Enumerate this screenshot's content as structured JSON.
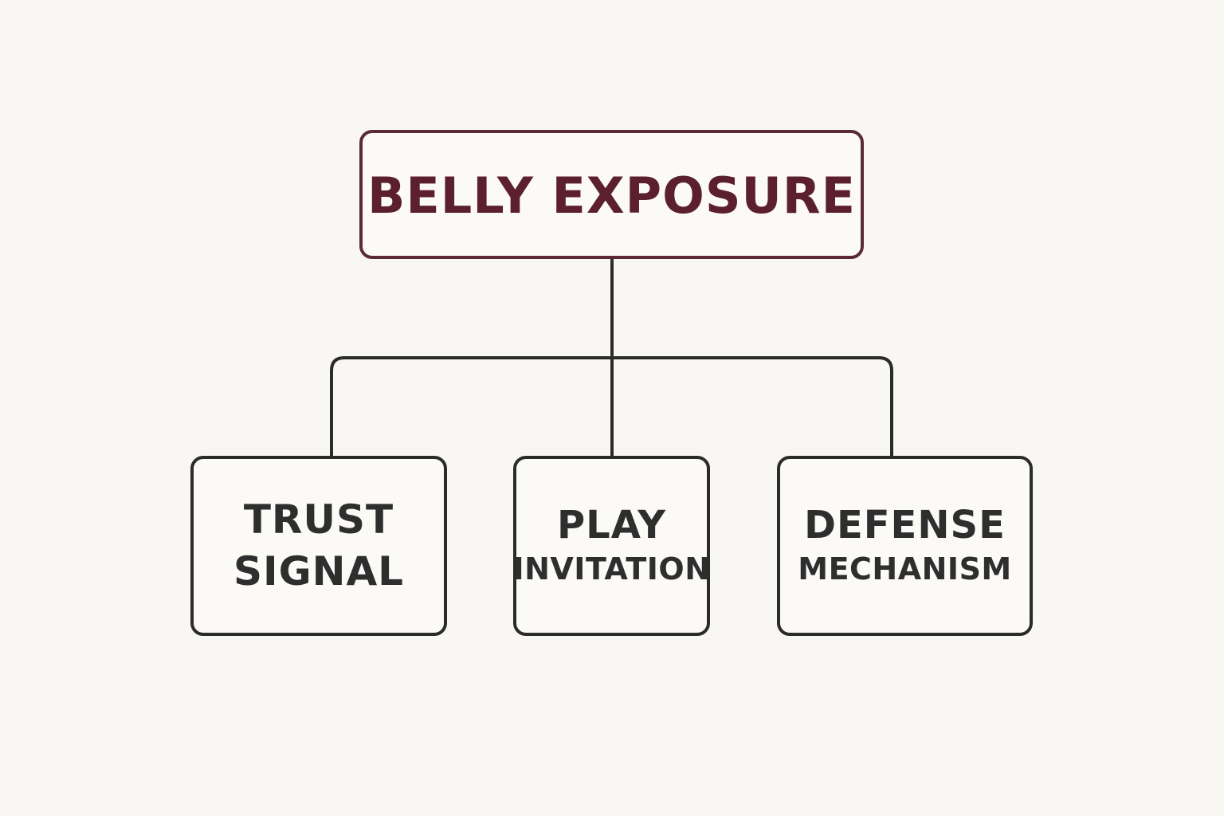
{
  "root": {
    "label": "BELLY EXPOSURE",
    "color": "#5c1f2e"
  },
  "children": [
    {
      "line1": "TRUST",
      "line2": "SIGNAL"
    },
    {
      "line1": "PLAY",
      "line2": "INVITATION"
    },
    {
      "line1": "DEFENSE",
      "line2": "MECHANISM"
    }
  ]
}
